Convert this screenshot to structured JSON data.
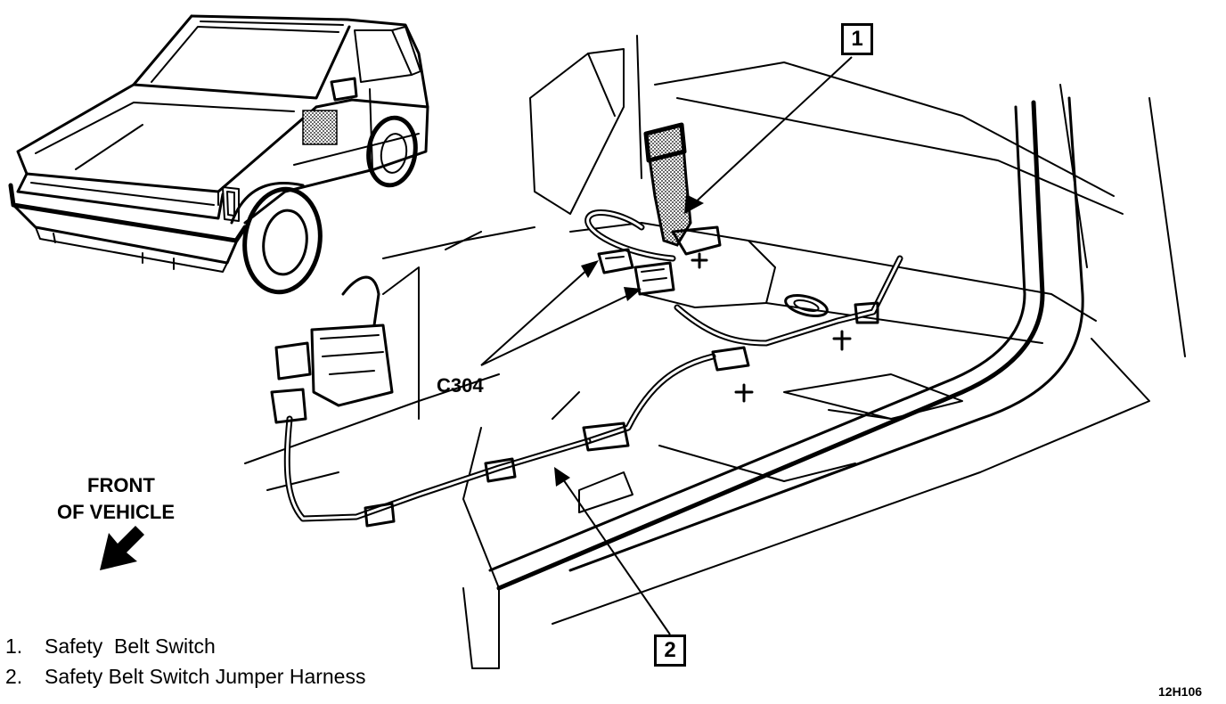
{
  "callouts": [
    {
      "number": "1"
    },
    {
      "number": "2"
    }
  ],
  "connector_label": "C304",
  "front_label": {
    "line1": "FRONT",
    "line2": "OF VEHICLE"
  },
  "legend": [
    {
      "number": "1.",
      "text": "Safety  Belt Switch"
    },
    {
      "number": "2.",
      "text": "Safety Belt Switch Jumper Harness"
    }
  ],
  "figure_id": "12H106"
}
